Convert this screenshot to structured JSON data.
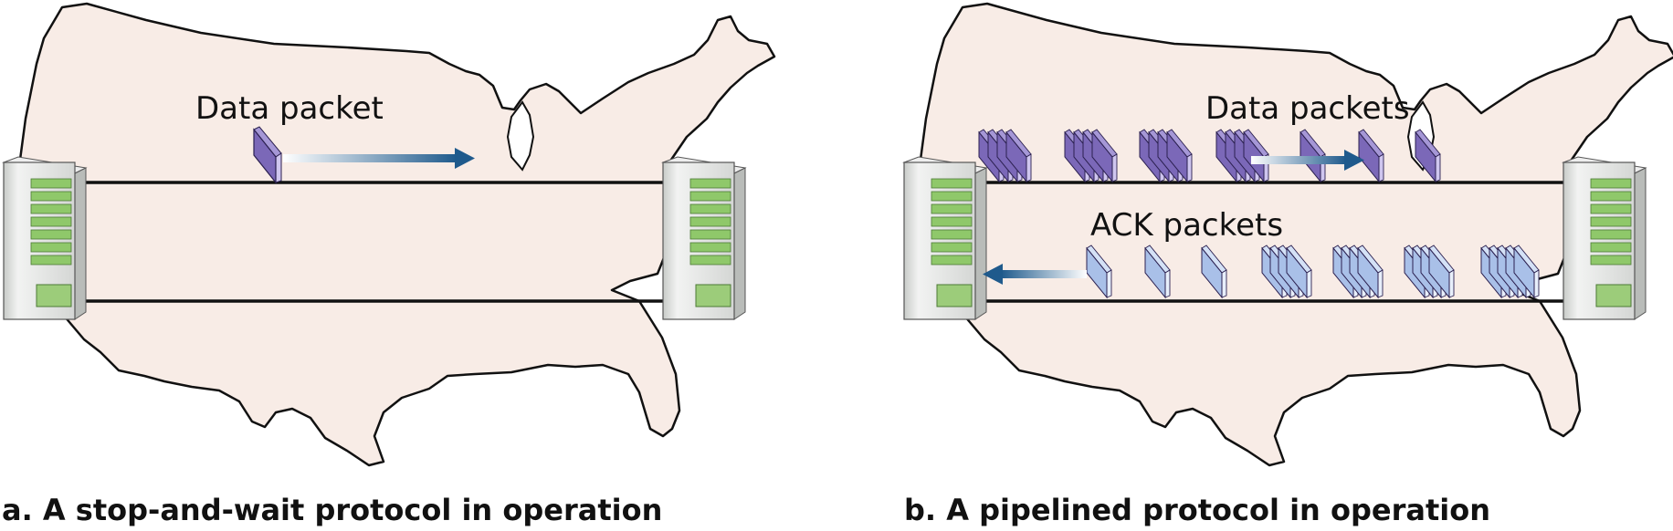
{
  "panels": [
    {
      "caption": "a. A stop-and-wait protocol in operation",
      "data_label": "Data packet",
      "data_packets_in_flight": 1,
      "ack_packets_in_flight": 0
    },
    {
      "caption": "b. A pipelined protocol in operation",
      "data_label": "Data packets",
      "ack_label": "ACK packets",
      "data_packet_groups": [
        4,
        4,
        4,
        4,
        1,
        1,
        1
      ],
      "ack_packet_groups": [
        1,
        1,
        1,
        4,
        4,
        4,
        5
      ]
    }
  ],
  "colors": {
    "map_fill": "#f8ece6",
    "map_outline": "#111111",
    "data_packet": "#7b68b8",
    "ack_packet": "#a9c0e8",
    "arrow": "#1f5a8c",
    "server_body": "#d9dcd9",
    "server_rack": "#8fc86a"
  },
  "icons": {
    "server": "server-icon",
    "arrow": "arrow-right-icon"
  }
}
